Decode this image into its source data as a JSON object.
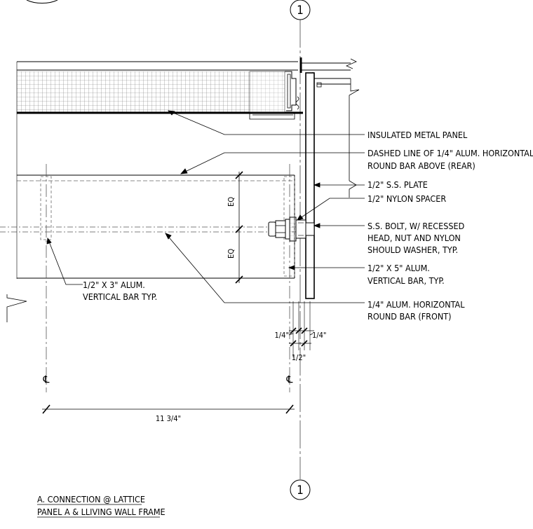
{
  "drawing": {
    "grid_label_top": "1",
    "grid_label_bottom": "1",
    "centerline_symbol": "℄",
    "labels": {
      "insulated_metal_panel": "INSULATED METAL PANEL",
      "dashed_line_l1": "DASHED LINE OF 1/4\" ALUM. HORIZONTAL",
      "dashed_line_l2": "ROUND BAR ABOVE (REAR)",
      "ss_plate": "1/2\" S.S. PLATE",
      "nylon_spacer": "1/2\" NYLON SPACER",
      "bolt_l1": "S.S. BOLT, W/ RECESSED",
      "bolt_l2": "HEAD, NUT AND NYLON",
      "bolt_l3": "SHOULD WASHER, TYP.",
      "vbar5_l1": "1/2\" X 5\" ALUM.",
      "vbar5_l2": "VERTICAL BAR, TYP.",
      "hbar_l1": "1/4\" ALUM. HORIZONTAL",
      "hbar_l2": "ROUND BAR (FRONT)",
      "vbar3_l1": "1/2\" X 3\" ALUM.",
      "vbar3_l2": "VERTICAL BAR TYP."
    },
    "dimensions": {
      "eq_upper": "EQ",
      "eq_lower": "EQ",
      "quarter_left": "1/4\"",
      "quarter_right": "1/4\"",
      "half": "1/2\"",
      "overall_width": "11 3/4\""
    },
    "title_l1": "A. CONNECTION @ LATTICE",
    "title_l2": "PANEL A & LLIVING WALL FRAME"
  }
}
